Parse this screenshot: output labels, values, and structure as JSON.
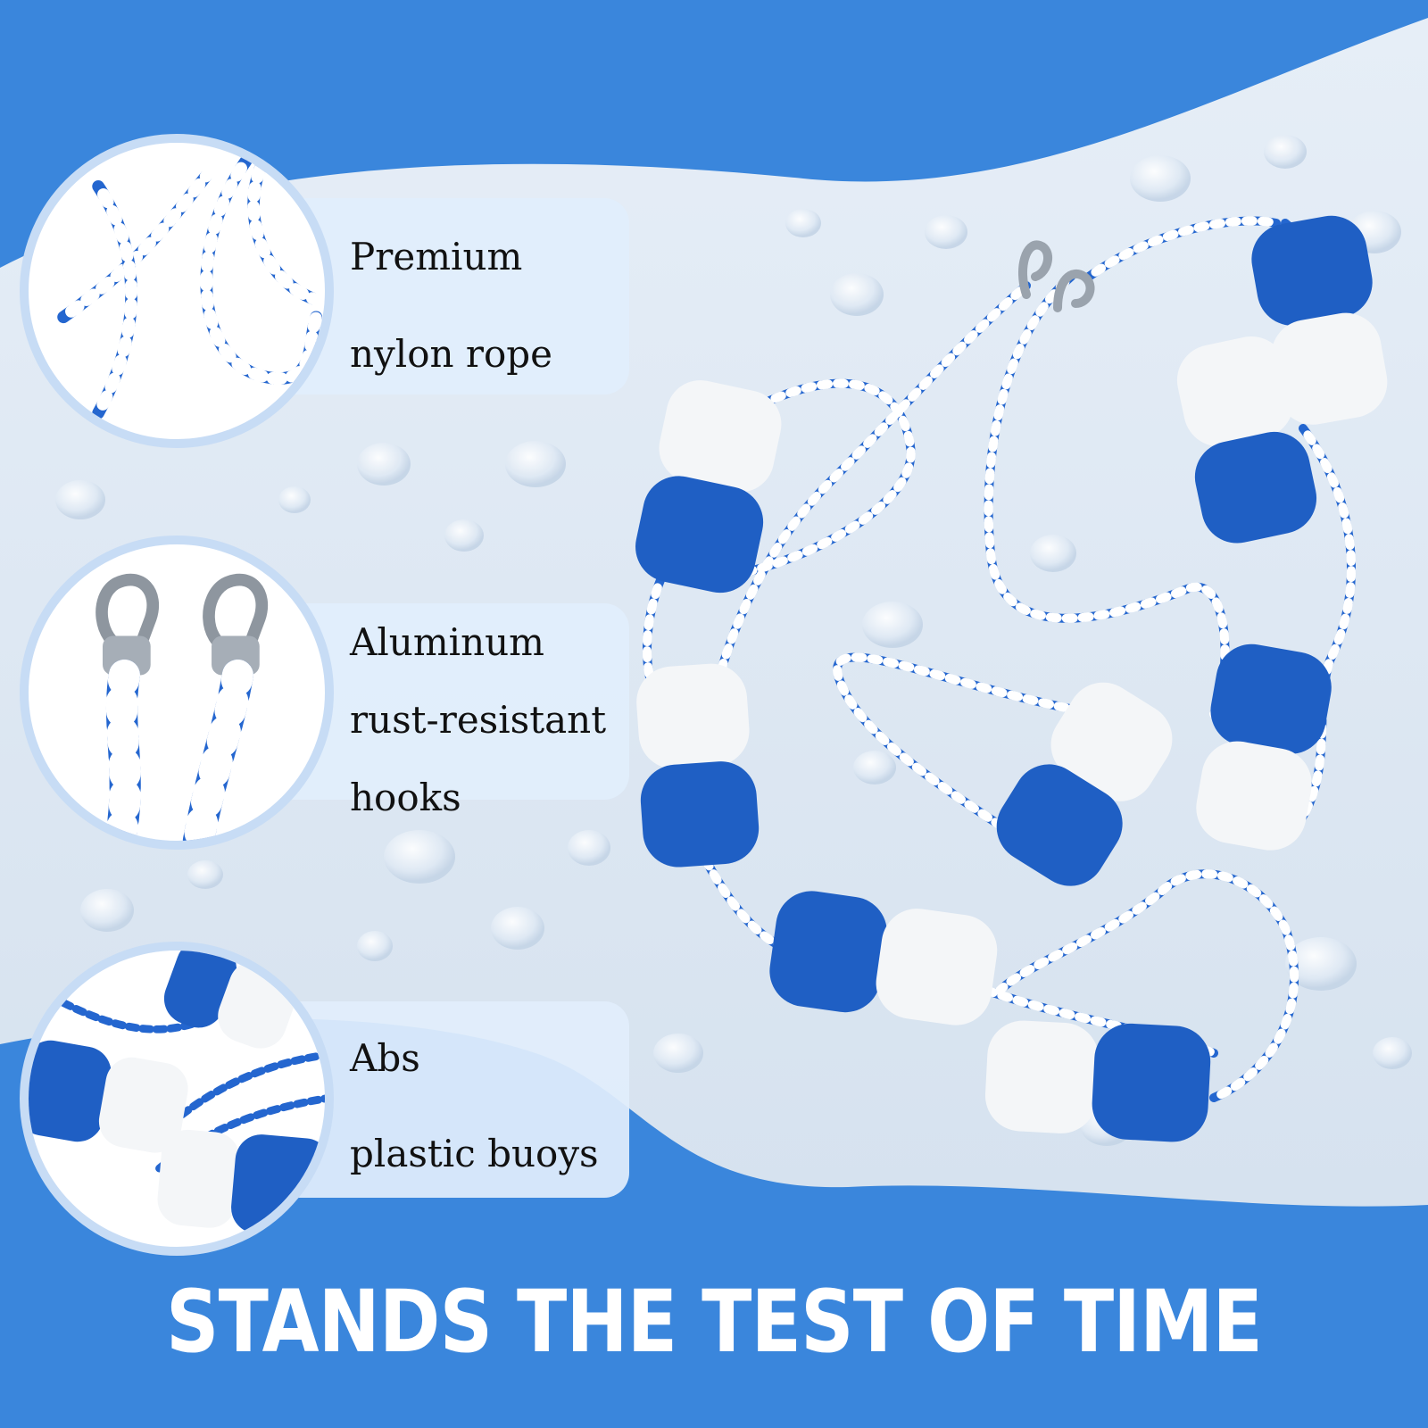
{
  "features": [
    {
      "lines": [
        "Premium",
        "nylon rope"
      ],
      "icon": "rope-closeup-icon"
    },
    {
      "lines": [
        "Aluminum",
        "rust-resistant",
        "hooks"
      ],
      "icon": "hook-closeup-icon"
    },
    {
      "lines": [
        "Abs",
        "plastic buoys"
      ],
      "icon": "buoy-closeup-icon"
    }
  ],
  "headline": "STANDS THE TEST OF TIME",
  "colors": {
    "background_blue": "#3a86dc",
    "water_white": "#dfe9f4",
    "buoy_blue": "#1f5fc4",
    "buoy_white": "#f4f6f8",
    "panel": "#e1eefc"
  }
}
